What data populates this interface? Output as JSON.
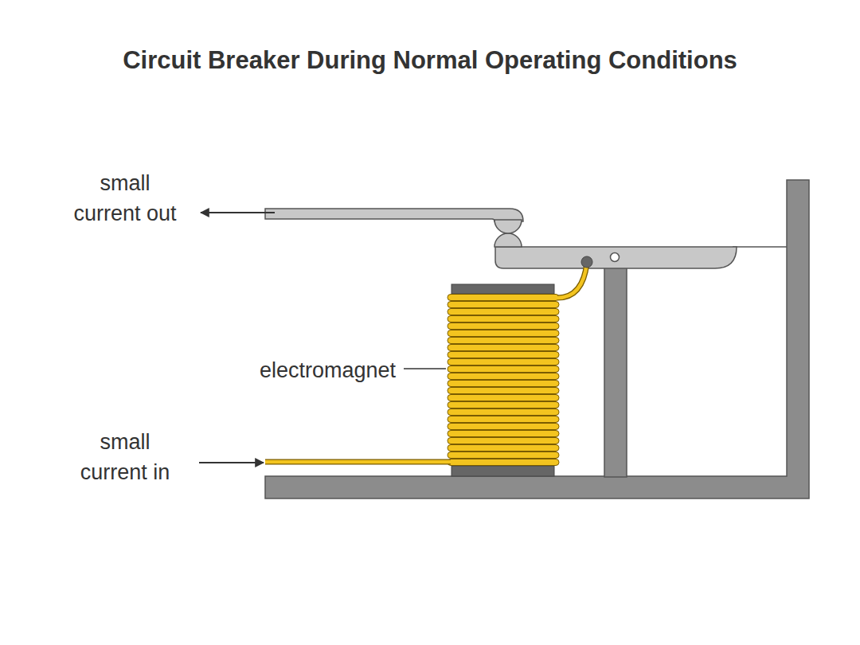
{
  "diagram": {
    "title": "Circuit Breaker During Normal Operating Conditions",
    "labels": [
      "small current out",
      "electromagnet",
      "small current in"
    ]
  }
}
